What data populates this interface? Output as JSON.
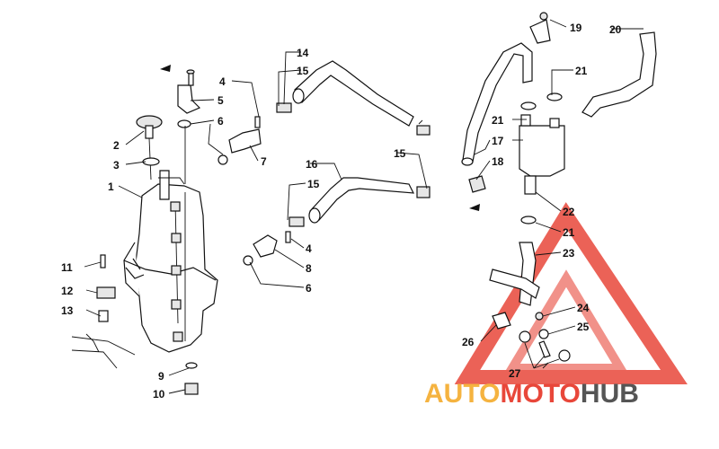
{
  "callouts": [
    {
      "id": "c1",
      "text": "1"
    },
    {
      "id": "c2",
      "text": "2"
    },
    {
      "id": "c3",
      "text": "3"
    },
    {
      "id": "c4a",
      "text": "4"
    },
    {
      "id": "c4b",
      "text": "4"
    },
    {
      "id": "c5",
      "text": "5"
    },
    {
      "id": "c6a",
      "text": "6"
    },
    {
      "id": "c6b",
      "text": "6"
    },
    {
      "id": "c7",
      "text": "7"
    },
    {
      "id": "c8",
      "text": "8"
    },
    {
      "id": "c9",
      "text": "9"
    },
    {
      "id": "c10",
      "text": "10"
    },
    {
      "id": "c11",
      "text": "11"
    },
    {
      "id": "c12",
      "text": "12"
    },
    {
      "id": "c13",
      "text": "13"
    },
    {
      "id": "c14",
      "text": "14"
    },
    {
      "id": "c15a",
      "text": "15"
    },
    {
      "id": "c15b",
      "text": "15"
    },
    {
      "id": "c15c",
      "text": "15"
    },
    {
      "id": "c16",
      "text": "16"
    },
    {
      "id": "c17",
      "text": "17"
    },
    {
      "id": "c18",
      "text": "18"
    },
    {
      "id": "c19",
      "text": "19"
    },
    {
      "id": "c20",
      "text": "20"
    },
    {
      "id": "c21a",
      "text": "21"
    },
    {
      "id": "c21b",
      "text": "21"
    },
    {
      "id": "c21c",
      "text": "21"
    },
    {
      "id": "c22",
      "text": "22"
    },
    {
      "id": "c23",
      "text": "23"
    },
    {
      "id": "c24",
      "text": "24"
    },
    {
      "id": "c25",
      "text": "25"
    },
    {
      "id": "c26",
      "text": "26"
    },
    {
      "id": "c27",
      "text": "27"
    }
  ],
  "watermark": {
    "part1": "AUTO",
    "part2": "MOTO",
    "part3": "HUB",
    "color1": "#f5b340",
    "color2": "#e8473a",
    "color3": "#555555"
  }
}
